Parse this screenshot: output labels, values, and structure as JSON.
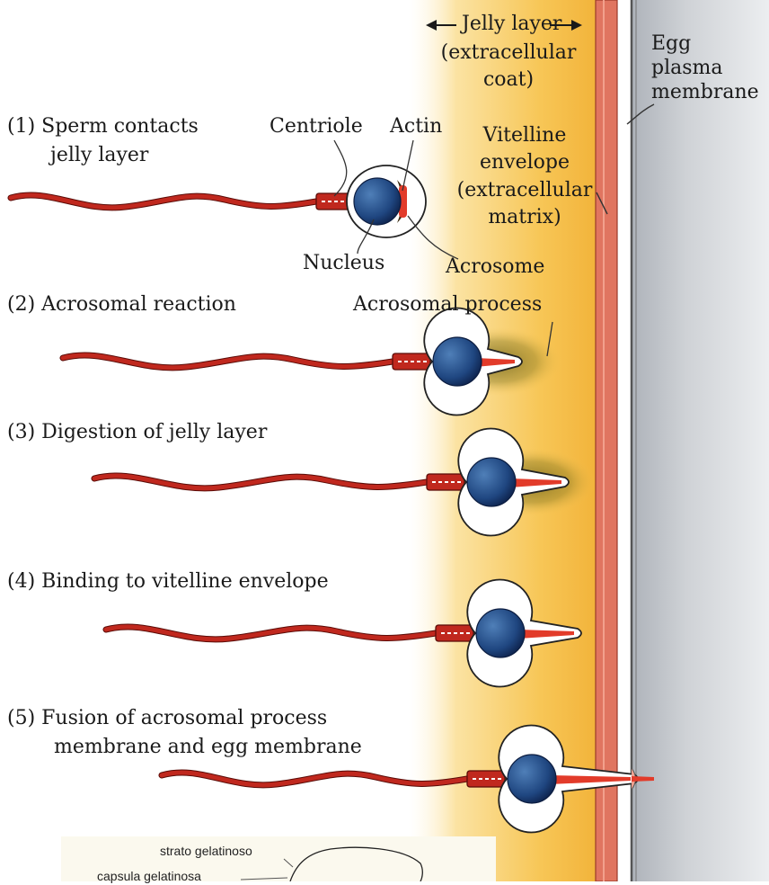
{
  "labels": {
    "jelly_layer": "Jelly layer",
    "jelly_layer_sub1": "(extracellular",
    "jelly_layer_sub2": "coat)",
    "egg_membrane_1": "Egg",
    "egg_membrane_2": "plasma",
    "egg_membrane_3": "membrane",
    "vitelline_1": "Vitelline",
    "vitelline_2": "envelope",
    "vitelline_3": "(extracellular",
    "vitelline_4": "matrix)",
    "centriole": "Centriole",
    "actin": "Actin",
    "nucleus": "Nucleus",
    "acrosome": "Acrosome",
    "acrosomal_process": "Acrosomal process"
  },
  "steps": [
    {
      "line1": "(1) Sperm contacts",
      "line2": "jelly layer"
    },
    {
      "line1": "(2) Acrosomal reaction"
    },
    {
      "line1": "(3) Digestion of jelly layer"
    },
    {
      "line1": "(4) Binding to vitelline envelope"
    },
    {
      "line1": "(5) Fusion of acrosomal process",
      "line2": "membrane and egg membrane"
    }
  ],
  "inset": {
    "label_top": "strato gelatinoso",
    "label_bottom": "capsula gelatinosa"
  },
  "colors": {
    "jelly": "#f6c04a",
    "vitelline": "#e0745e",
    "egg": "#c9ccd1",
    "tail": "#c0281e",
    "nucleus": "#25508c"
  }
}
